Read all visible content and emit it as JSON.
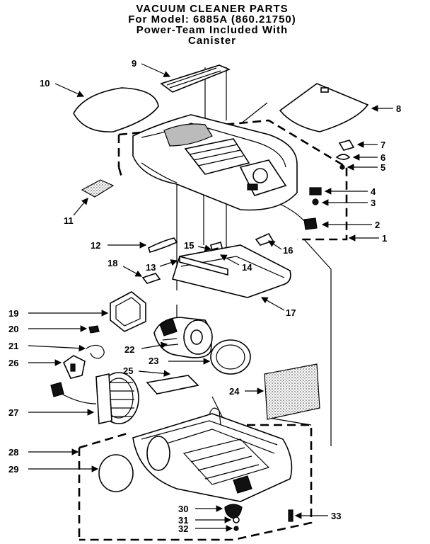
{
  "title": {
    "line1": "VACUUM CLEANER PARTS",
    "line2": "For Model: 6885A (860.21750)",
    "line3": "Power-Team Included With",
    "line4": "Canister"
  },
  "callouts": [
    "1",
    "2",
    "3",
    "4",
    "5",
    "6",
    "7",
    "8",
    "9",
    "10",
    "11",
    "12",
    "13",
    "14",
    "15",
    "16",
    "17",
    "18",
    "19",
    "20",
    "21",
    "22",
    "23",
    "24",
    "25",
    "26",
    "27",
    "28",
    "29",
    "30",
    "31",
    "32",
    "33"
  ]
}
